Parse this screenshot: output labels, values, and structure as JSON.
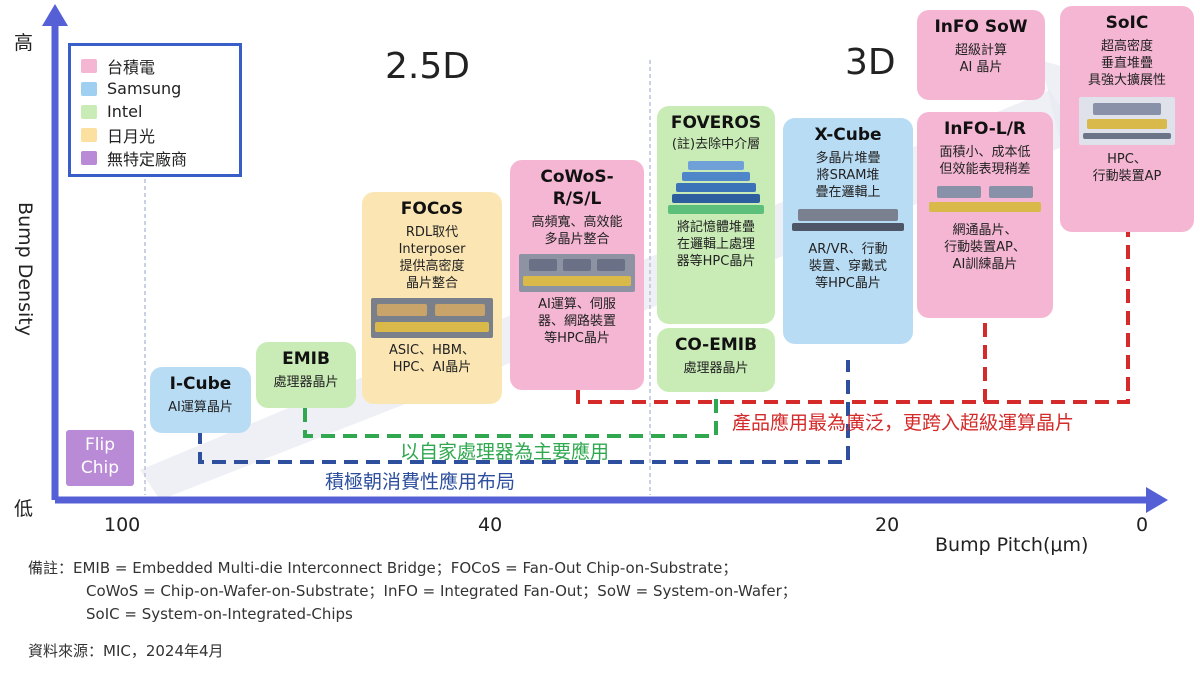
{
  "axes": {
    "y_label": "Bump Density",
    "y_high": "高",
    "y_low": "低",
    "x_label": "Bump Pitch(μm)",
    "x_ticks": [
      "100",
      "40",
      "20",
      "0"
    ]
  },
  "regions": {
    "label_25d": "2.5D",
    "label_3d": "3D"
  },
  "legend": {
    "items": [
      {
        "label": "台積電",
        "color": "#f4b6d2"
      },
      {
        "label": "Samsung",
        "color": "#9fd0f2"
      },
      {
        "label": "Intel",
        "color": "#c9ecb7"
      },
      {
        "label": "日月光",
        "color": "#fbe0a0"
      },
      {
        "label": "無特定廠商",
        "color": "#b98bd6"
      }
    ]
  },
  "boxes": {
    "flip_chip": {
      "title": "Flip\nChip"
    },
    "i_cube": {
      "title": "I-Cube",
      "text": "AI運算晶片"
    },
    "emib": {
      "title": "EMIB",
      "text": "處理器晶片"
    },
    "focos": {
      "title": "FOCoS",
      "text": "RDL取代\nInterposer\n提供高密度\n晶片整合",
      "text2": "ASIC、HBM、\nHPC、AI晶片"
    },
    "cowos": {
      "title": "CoWoS-\nR/S/L",
      "text": "高頻寬、高效能\n多晶片整合",
      "text2": "AI運算、伺服\n器、網路裝置\n等HPC晶片"
    },
    "foveros": {
      "title": "FOVEROS",
      "text": "(註)去除中介層",
      "text2": "將記憶體堆疊\n在邏輯上處理\n器等HPC晶片"
    },
    "co_emib": {
      "title": "CO-EMIB",
      "text": "處理器晶片"
    },
    "x_cube": {
      "title": "X-Cube",
      "text": "多晶片堆疊\n將SRAM堆\n疊在邏輯上",
      "text2": "AR/VR、行動\n裝置、穿戴式\n等HPC晶片"
    },
    "info_sow": {
      "title": "InFO SoW",
      "text": "超級計算\nAI 晶片"
    },
    "info_lr": {
      "title": "InFO-L/R",
      "text": "面積小、成本低\n但效能表現稍差",
      "text2": "網通晶片、\n行動裝置AP、\nAI訓練晶片"
    },
    "soic": {
      "title": "SoIC",
      "text": "超高密度\n垂直堆疊\n具強大擴展性",
      "text2": "HPC、\n行動裝置AP"
    }
  },
  "annotations": {
    "red": "產品應用最為廣泛，更跨入超級運算晶片",
    "green": "以自家處理器為主要應用",
    "blue": "積極朝消費性應用布局"
  },
  "colors": {
    "red": "#d42a2a",
    "green": "#2fa84f",
    "blue": "#2d4f9e",
    "axis": "#5560d6"
  },
  "notes": {
    "line1": "備註：EMIB = Embedded Multi-die Interconnect Bridge；FOCoS = Fan-Out Chip-on-Substrate；",
    "line2": "CoWoS = Chip-on-Wafer-on-Substrate；InFO = Integrated Fan-Out；SoW = System-on-Wafer；",
    "line3": "SoIC = System-on-Integrated-Chips",
    "source": "資料來源：MIC，2024年4月"
  }
}
